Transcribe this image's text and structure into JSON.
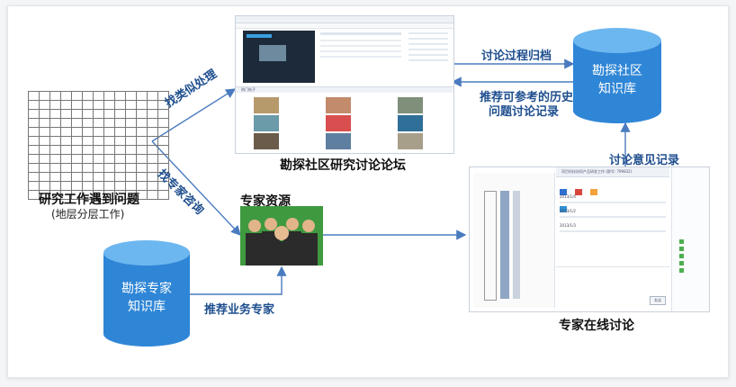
{
  "colors": {
    "arrow": "#4a7bbf",
    "label": "#1f4f8f",
    "cylinder": "#2f86d6",
    "cylinder_top": "#6db7f0",
    "expert_bg": "#3f9a3f"
  },
  "labels": {
    "problem_title": "研究工作遇到问题",
    "problem_subtitle": "(地层分层工作)",
    "find_similar": "找类似处理",
    "find_expert": "找专家咨询",
    "forum_title": "勘探社区研究讨论论坛",
    "expert_resource": "专家资源",
    "archive": "讨论过程归档",
    "recommend_history_1": "推荐可参考的历史",
    "recommend_history_2": "问题讨论记录",
    "opinion_record": "讨论意见记录",
    "recommend_expert": "推荐业务专家",
    "online_discussion": "专家在线讨论"
  },
  "cylinders": {
    "community": {
      "line1": "勘探社区",
      "line2": "知识库"
    },
    "expert": {
      "line1": "勘探专家",
      "line2": "知识库"
    }
  },
  "chat": {
    "window_title": "项目科技协同产品研发工作 (群号: 799832)",
    "msg1_time": "2013/1/4",
    "msg2_time": "2013/1/2",
    "msg3_time": "2013/1/3",
    "send_label": "发送"
  },
  "forum": {
    "section_label": "热门帖子"
  }
}
